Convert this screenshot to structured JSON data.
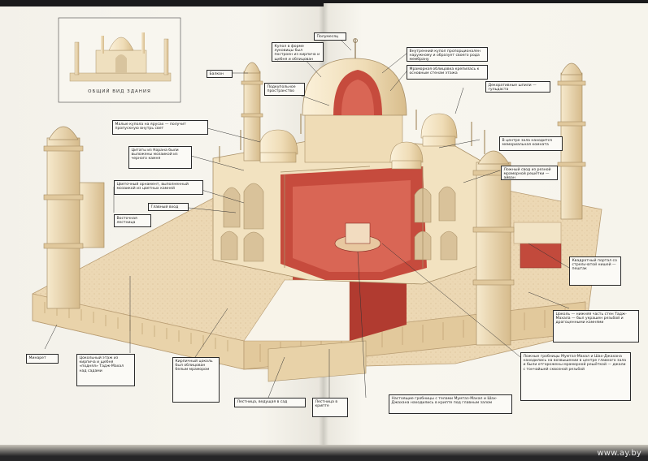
{
  "inset": {
    "caption": "ОБЩИЙ ВИД ЗДАНИЯ"
  },
  "labels": [
    "Балкон",
    "Купол в форме луковицы был построен из кирпича и щебня и облицован мрамором",
    "Полумесяц",
    "Внутренний купол пропорционален наружному и образует своего рода мембрану",
    "Мраморная облицовка крепилась к основным стенам этажа",
    "Подкупольное пространство",
    "Декоративные шпили — гульдаста",
    "Малые купола на ярусах — получит пропускную внутрь свет",
    "В центре зала находится мемориальная комната",
    "Цитаты из Корана были выложены мозаикой из черного камня",
    "Ложный свод из резной мраморной решётки — айван",
    "Цветочный орнамент, выполненный мозаикой из цветных камней",
    "Главный вход",
    "Восточная лестница",
    "Квадратный портал со стрельчатой нишей — пештак",
    "Цоколь — нижняя часть стен Тадж-Махала — был украшен резьбой и драгоценными камнями",
    "Минарет",
    "Цокольный этаж из кирпича и щебня «поднял» Тадж-Махал над садами",
    "Кирпичный цоколь был облицован белым мрамором",
    "Лестница, ведущая в сад",
    "Лестница в крипте",
    "Настоящие гробницы с телами Мумтаз-Махал и Шах-Джахана находились в крипте под главным залом",
    "Ложные гробницы Мумтаз-Махал и Шах-Джахана находились на возвышении в центре главного зала и были отгорожены мраморной решёткой — джали с тончайшей сквозной резьбой"
  ],
  "watermark": "www.ay.by",
  "colors": {
    "marble": "#f1e2c4",
    "marble_shade": "#d9c29a",
    "red_sandstone": "#c8453a",
    "platform": "#ead6b2",
    "page": "#f6f4ec"
  }
}
